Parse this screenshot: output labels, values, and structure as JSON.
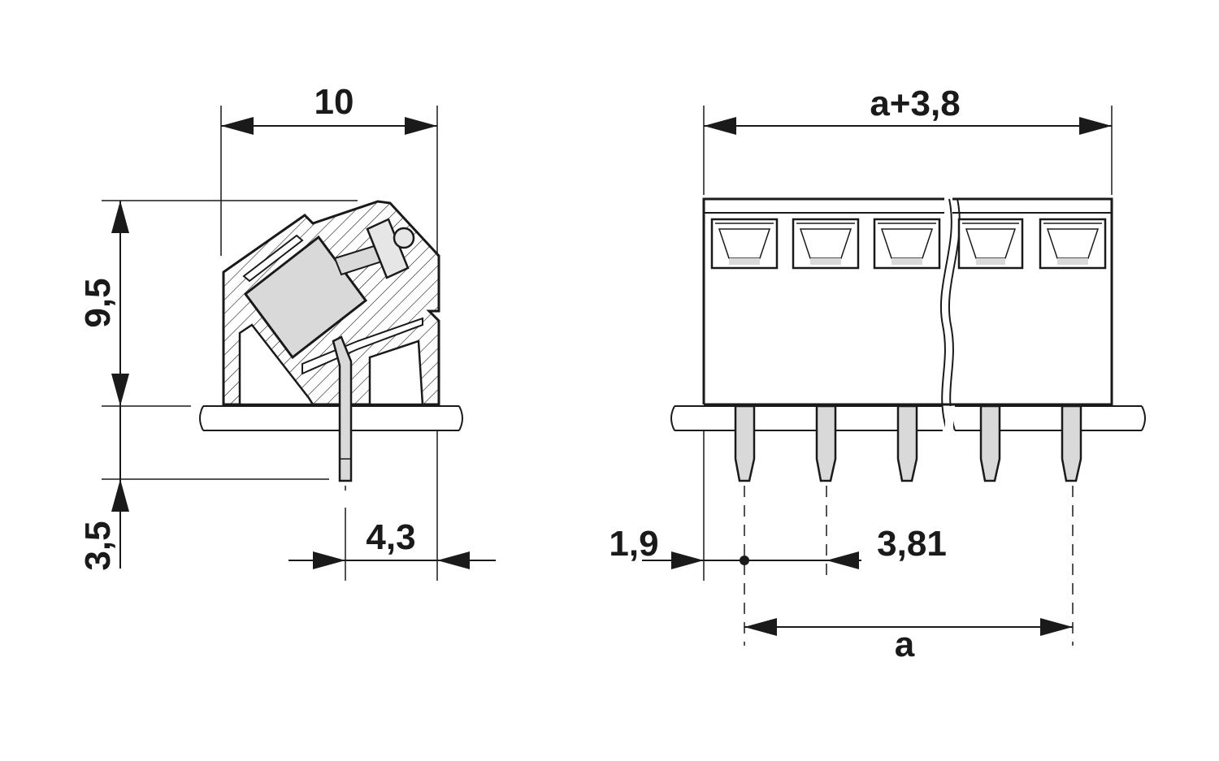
{
  "dimensions": {
    "side_width": "10",
    "side_height": "9,5",
    "pin_length": "3,5",
    "pin_offset": "4,3",
    "total_length": "a+3,8",
    "edge_offset": "1,9",
    "pitch": "3,81",
    "span": "a"
  },
  "colors": {
    "line": "#1a1a1a",
    "fill_gray": "#d9d9d9",
    "fill_light": "#e6e6e6",
    "background": "#ffffff"
  }
}
